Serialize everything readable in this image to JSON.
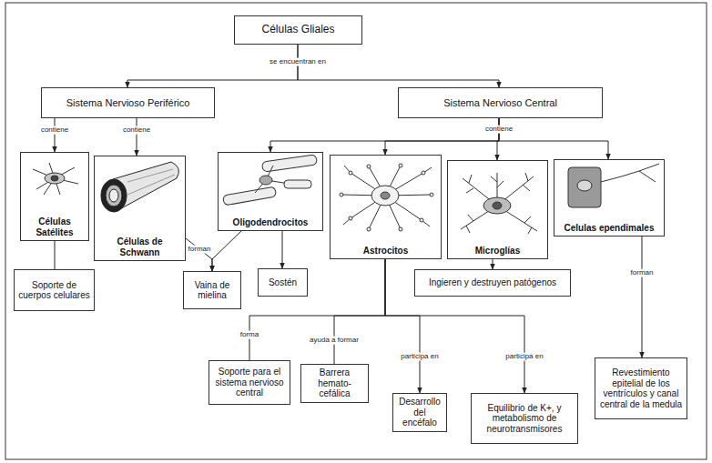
{
  "diagram": {
    "nodes": [
      {
        "text": [
          "Células Gliales"
        ]
      },
      {
        "text": [
          "Sistema Nervioso Periférico"
        ]
      },
      {
        "text": [
          "Sistema Nervioso Central"
        ]
      },
      {
        "text": [
          "Células Satélites"
        ]
      },
      {
        "text": [
          "Células de Schwann"
        ]
      },
      {
        "text": [
          "Oligodendrocitos"
        ]
      },
      {
        "text": [
          "Astrocitos"
        ]
      },
      {
        "text": [
          "Microglías"
        ]
      },
      {
        "text": [
          "Celulas ependimales"
        ]
      },
      {
        "text": [
          "Soporte de cuerpos celulares"
        ]
      },
      {
        "text": [
          "Vaina de mielina"
        ]
      },
      {
        "text": [
          "Sostén"
        ]
      },
      {
        "text": [
          "Ingieren y destruyen patógenos"
        ]
      },
      {
        "text": [
          "Revestimiento epitelial de los ventrículos y canal central de la medula"
        ]
      },
      {
        "text": [
          "Soporte para el sistema nervioso central"
        ]
      },
      {
        "text": [
          "Barrera hemato-cefálica"
        ]
      },
      {
        "text": [
          "Desarrollo del encéfalo"
        ]
      },
      {
        "text": [
          "Equilibrio de K+, y metabolismo de neurotransmisores"
        ]
      }
    ],
    "edges": [
      {
        "from": 0,
        "to": 1,
        "arrow": "to",
        "label": "se encuentran en"
      },
      {
        "from": 0,
        "to": 2,
        "arrow": "to"
      },
      {
        "from": 1,
        "to": 3,
        "arrow": "to",
        "label": "contiene"
      },
      {
        "from": 1,
        "to": 4,
        "arrow": "to",
        "label": "contiene"
      },
      {
        "from": 2,
        "to": 5,
        "arrow": "to",
        "label": "contiene"
      },
      {
        "from": 2,
        "to": 6,
        "arrow": "to"
      },
      {
        "from": 2,
        "to": 7,
        "arrow": "to"
      },
      {
        "from": 2,
        "to": 8,
        "arrow": "to"
      },
      {
        "from": 3,
        "to": 9,
        "arrow": "none"
      },
      {
        "from": 4,
        "to": 10,
        "arrow": "to",
        "label": "forman"
      },
      {
        "from": 5,
        "to": 10,
        "arrow": "to"
      },
      {
        "from": 5,
        "to": 11,
        "arrow": "to"
      },
      {
        "from": 6,
        "to": 14,
        "arrow": "none",
        "label": "forma"
      },
      {
        "from": 6,
        "to": 15,
        "arrow": "none",
        "label": "ayuda a formar"
      },
      {
        "from": 6,
        "to": 16,
        "arrow": "to",
        "label": "participa en"
      },
      {
        "from": 6,
        "to": 17,
        "arrow": "to",
        "label": "participa en"
      },
      {
        "from": 7,
        "to": 12,
        "arrow": "to"
      },
      {
        "from": 8,
        "to": 13,
        "arrow": "to",
        "label": "forman"
      }
    ]
  }
}
